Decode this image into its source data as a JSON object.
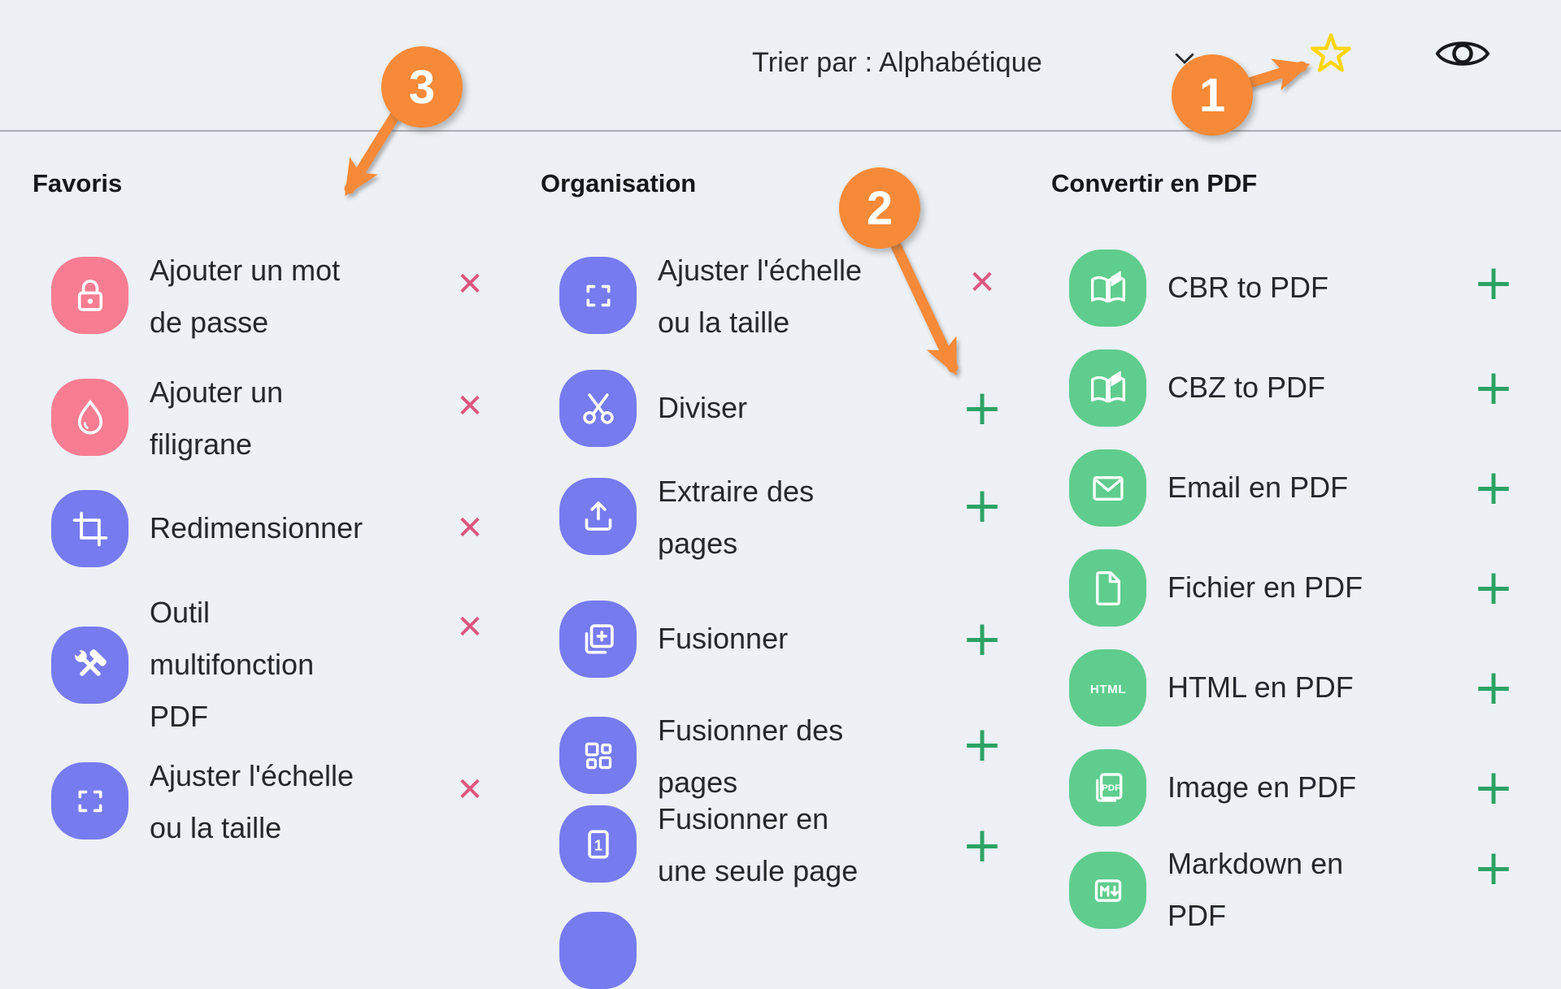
{
  "toolbar": {
    "sort_label": "Trier par : Alphabétique",
    "sort_icon": "chevron-down-icon",
    "favorite_icon": "star-icon",
    "visibility_icon": "eye-icon"
  },
  "annotations": {
    "badge_1": "1",
    "badge_2": "2",
    "badge_3": "3"
  },
  "controls": {
    "remove": "✕",
    "add": "+"
  },
  "colors": {
    "background": "#edf0f5",
    "favorite_icon_bg": "#f87d92",
    "organize_icon_bg": "#767bef",
    "convert_icon_bg": "#5fcd8d",
    "remove_x": "#dd5680",
    "add_plus": "#2ba364",
    "annotation_orange": "#f68a38",
    "star_yellow": "#ffd60a"
  },
  "columns": [
    {
      "title": "Favoris",
      "items": [
        {
          "label": "Ajouter un mot de passe",
          "lines": [
            "Ajouter un mot",
            "de passe"
          ],
          "icon": "lock-icon",
          "action": "remove"
        },
        {
          "label": "Ajouter un filigrane",
          "lines": [
            "Ajouter un",
            "filigrane"
          ],
          "icon": "watermark-droplet-icon",
          "action": "remove"
        },
        {
          "label": "Redimensionner",
          "lines": [
            "Redimensionner"
          ],
          "icon": "crop-resize-icon",
          "action": "remove"
        },
        {
          "label": "Outil multifonction PDF",
          "lines": [
            "Outil",
            "multifonction",
            "PDF"
          ],
          "icon": "multitool-icon",
          "action": "remove"
        },
        {
          "label": "Ajuster l'échelle ou la taille",
          "lines": [
            "Ajuster l'échelle",
            "ou la taille"
          ],
          "icon": "scale-adjust-icon",
          "action": "remove"
        }
      ]
    },
    {
      "title": "Organisation",
      "items": [
        {
          "label": "Ajuster l'échelle ou la taille",
          "lines": [
            "Ajuster l'échelle",
            "ou la taille"
          ],
          "icon": "scale-adjust-icon",
          "action": "remove"
        },
        {
          "label": "Diviser",
          "lines": [
            "Diviser"
          ],
          "icon": "scissors-icon",
          "action": "add"
        },
        {
          "label": "Extraire des pages",
          "lines": [
            "Extraire des",
            "pages"
          ],
          "icon": "extract-pages-icon",
          "action": "add"
        },
        {
          "label": "Fusionner",
          "lines": [
            "Fusionner"
          ],
          "icon": "merge-icon",
          "action": "add"
        },
        {
          "label": "Fusionner des pages",
          "lines": [
            "Fusionner des",
            "pages"
          ],
          "icon": "merge-pages-icon",
          "action": "add"
        },
        {
          "label": "Fusionner en une seule page",
          "lines": [
            "Fusionner en",
            "une seule page"
          ],
          "icon": "merge-single-page-icon",
          "action": "add"
        },
        {
          "label": "",
          "lines": [],
          "icon": "partial-tool-icon",
          "action": null
        }
      ]
    },
    {
      "title": "Convertir en PDF",
      "items": [
        {
          "label": "CBR to PDF",
          "lines": [
            "CBR to PDF"
          ],
          "icon": "comic-book-icon",
          "action": "add"
        },
        {
          "label": "CBZ to PDF",
          "lines": [
            "CBZ to PDF"
          ],
          "icon": "comic-book-icon",
          "action": "add"
        },
        {
          "label": "Email en PDF",
          "lines": [
            "Email en PDF"
          ],
          "icon": "email-icon",
          "action": "add"
        },
        {
          "label": "Fichier en PDF",
          "lines": [
            "Fichier en PDF"
          ],
          "icon": "file-icon",
          "action": "add"
        },
        {
          "label": "HTML en PDF",
          "lines": [
            "HTML en PDF"
          ],
          "icon": "html-icon",
          "action": "add"
        },
        {
          "label": "Image en PDF",
          "lines": [
            "Image en PDF"
          ],
          "icon": "image-pdf-icon",
          "action": "add"
        },
        {
          "label": "Markdown en PDF",
          "lines": [
            "Markdown en",
            "PDF"
          ],
          "icon": "markdown-icon",
          "action": "add"
        }
      ]
    }
  ]
}
